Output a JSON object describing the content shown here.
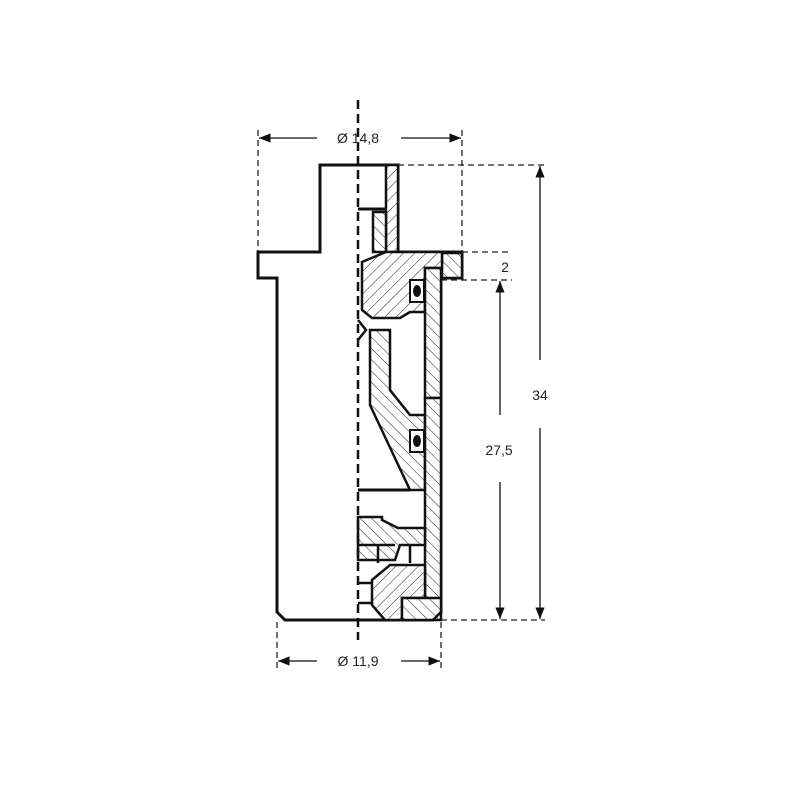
{
  "drawing": {
    "dim_outer_diameter": "Ø 14,8",
    "dim_body_diameter": "Ø 11,9",
    "dim_total_height": "34",
    "dim_flange_thickness": "2",
    "dim_body_height": "27,5"
  }
}
